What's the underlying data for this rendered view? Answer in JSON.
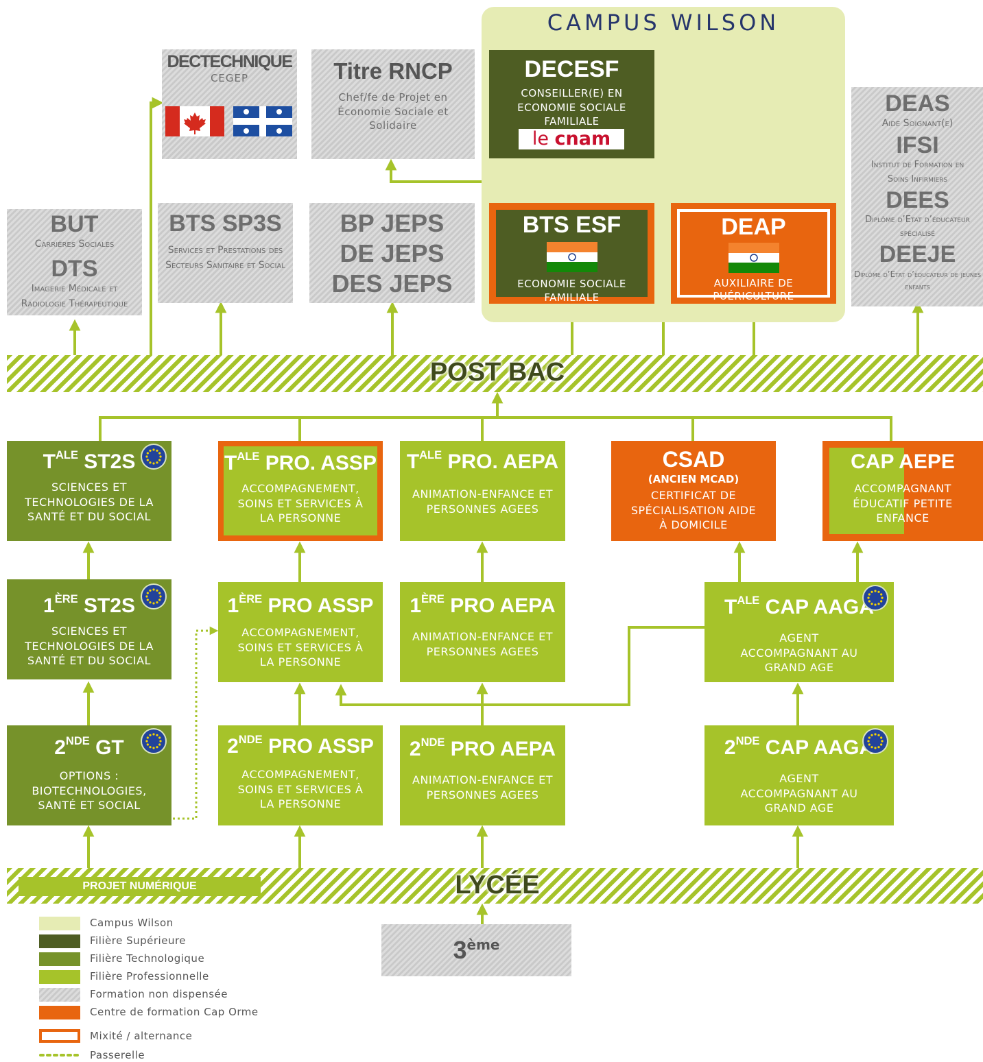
{
  "colors": {
    "campus": "#e6ecb4",
    "superieure": "#4e5d23",
    "technologique": "#76922a",
    "professionnelle": "#a6c32a",
    "cap_orme": "#e8650f",
    "line": "#a6c32a",
    "navy": "#26356b"
  },
  "campus": {
    "title": "CAMPUS WILSON"
  },
  "top": {
    "dectech": {
      "title": "DECTECHNIQUE",
      "sub": "CEGEP",
      "flags": [
        "canada-flag-icon",
        "quebec-flag-icon"
      ]
    },
    "rncp": {
      "title": "Titre RNCP",
      "sub": "Chef/fe de Projet en Économie Sociale et Solidaire"
    },
    "decesf": {
      "title": "DECESF",
      "sub": "CONSEILLER(E) EN ECONOMIE SOCIALE FAMILIALE",
      "logo_a": "le ",
      "logo_b": "cnam"
    },
    "deas": {
      "title": "DEAS",
      "sub": "Aide Soignant(e)"
    },
    "ifsi": {
      "title": "IFSI",
      "sub": "Institut de Formation en Soins Infirmiers"
    },
    "dees": {
      "title": "DEES",
      "sub": "Diplôme d’Etat d’éducateur spécialisé"
    },
    "deeje": {
      "title": "DEEJE",
      "sub": "Diplôme d’Etat d’éducateur de jeunes enfants"
    }
  },
  "mid": {
    "but": {
      "title": "BUT",
      "sub": "Carrières Sociales"
    },
    "dts": {
      "title": "DTS",
      "sub": "Imagerie Médicale et Radiologie Thérapeutique"
    },
    "bts_sp3s": {
      "title": "BTS SP3S",
      "sub": "Services et Prestations des Secteurs Sanitaire et Social"
    },
    "bpjeps": {
      "line1": "BP JEPS",
      "line2": "DE JEPS",
      "line3": "DES JEPS"
    },
    "bts_esf": {
      "title": "BTS ESF",
      "sub": "ECONOMIE SOCIALE FAMILIALE"
    },
    "deap": {
      "title": "DEAP",
      "sub": "AUXILIAIRE DE PUÉRICULTURE"
    }
  },
  "bands": {
    "post_bac": "POST BAC",
    "lycee": "LYCÉE",
    "projet": "PROJET NUMÉRIQUE"
  },
  "row1": {
    "st2s": {
      "pre": "T",
      "sup": "ALE",
      "title": " ST2S",
      "sub": "SCIENCES ET TECHNOLOGIES DE LA SANTÉ ET DU SOCIAL"
    },
    "assp": {
      "pre": "T",
      "sup": "ALE",
      "title": " PRO. ASSP",
      "sub": "ACCOMPAGNEMENT, SOINS ET SERVICES À LA PERSONNE"
    },
    "aepa": {
      "pre": "T",
      "sup": "ALE",
      "title": " PRO. AEPA",
      "sub": "ANIMATION-ENFANCE ET PERSONNES AGEES"
    },
    "csad": {
      "title": "CSAD",
      "note": "(ANCIEN MCAD)",
      "sub": "CERTIFICAT DE SPÉCIALISATION AIDE À DOMICILE"
    },
    "aepe": {
      "title": "CAP AEPE",
      "sub": "ACCOMPAGNANT ÉDUCATIF PETITE ENFANCE"
    }
  },
  "row2": {
    "st2s": {
      "pre": "1",
      "sup": "ÈRE",
      "title": " ST2S",
      "sub": "SCIENCES ET TECHNOLOGIES DE LA SANTÉ ET DU SOCIAL"
    },
    "assp": {
      "pre": "1",
      "sup": "ÈRE",
      "title": " PRO ASSP",
      "sub": "ACCOMPAGNEMENT, SOINS ET SERVICES À LA PERSONNE"
    },
    "aepa": {
      "pre": "1",
      "sup": "ÈRE",
      "title": " PRO AEPA",
      "sub": "ANIMATION-ENFANCE ET PERSONNES AGEES"
    },
    "aaga": {
      "pre": "T",
      "sup": "ALE",
      "title": " CAP AAGA",
      "sub": "AGENT ACCOMPAGNANT AU GRAND AGE"
    }
  },
  "row3": {
    "gt": {
      "pre": "2",
      "sup": "NDE",
      "title": " GT",
      "sub": "OPTIONS : BIOTECHNOLOGIES, SANTÉ ET SOCIAL"
    },
    "assp": {
      "pre": "2",
      "sup": "NDE",
      "title": " PRO ASSP",
      "sub": "ACCOMPAGNEMENT, SOINS ET SERVICES À LA PERSONNE"
    },
    "aepa": {
      "pre": "2",
      "sup": "NDE",
      "title": " PRO AEPA",
      "sub": "ANIMATION-ENFANCE ET PERSONNES AGEES"
    },
    "aaga": {
      "pre": "2",
      "sup": "NDE",
      "title": " CAP AAGA",
      "sub": "AGENT ACCOMPAGNANT AU GRAND AGE"
    }
  },
  "troisieme": {
    "pre": "3",
    "sup": "ème"
  },
  "legend": [
    {
      "label": "Campus Wilson",
      "icon": "campus-swatch"
    },
    {
      "label": "Filière Supérieure",
      "icon": "superieure-swatch"
    },
    {
      "label": "Filière Technologique",
      "icon": "technologique-swatch"
    },
    {
      "label": "Filière Professionnelle",
      "icon": "professionnelle-swatch"
    },
    {
      "label": "Formation non dispensée",
      "icon": "hatched-swatch"
    },
    {
      "label": "Centre de formation Cap Orme",
      "icon": "orange-swatch"
    },
    {
      "label": "Mixité / alternance",
      "icon": "outline-swatch"
    },
    {
      "label": "Passerelle",
      "icon": "dotted-line-swatch"
    }
  ]
}
